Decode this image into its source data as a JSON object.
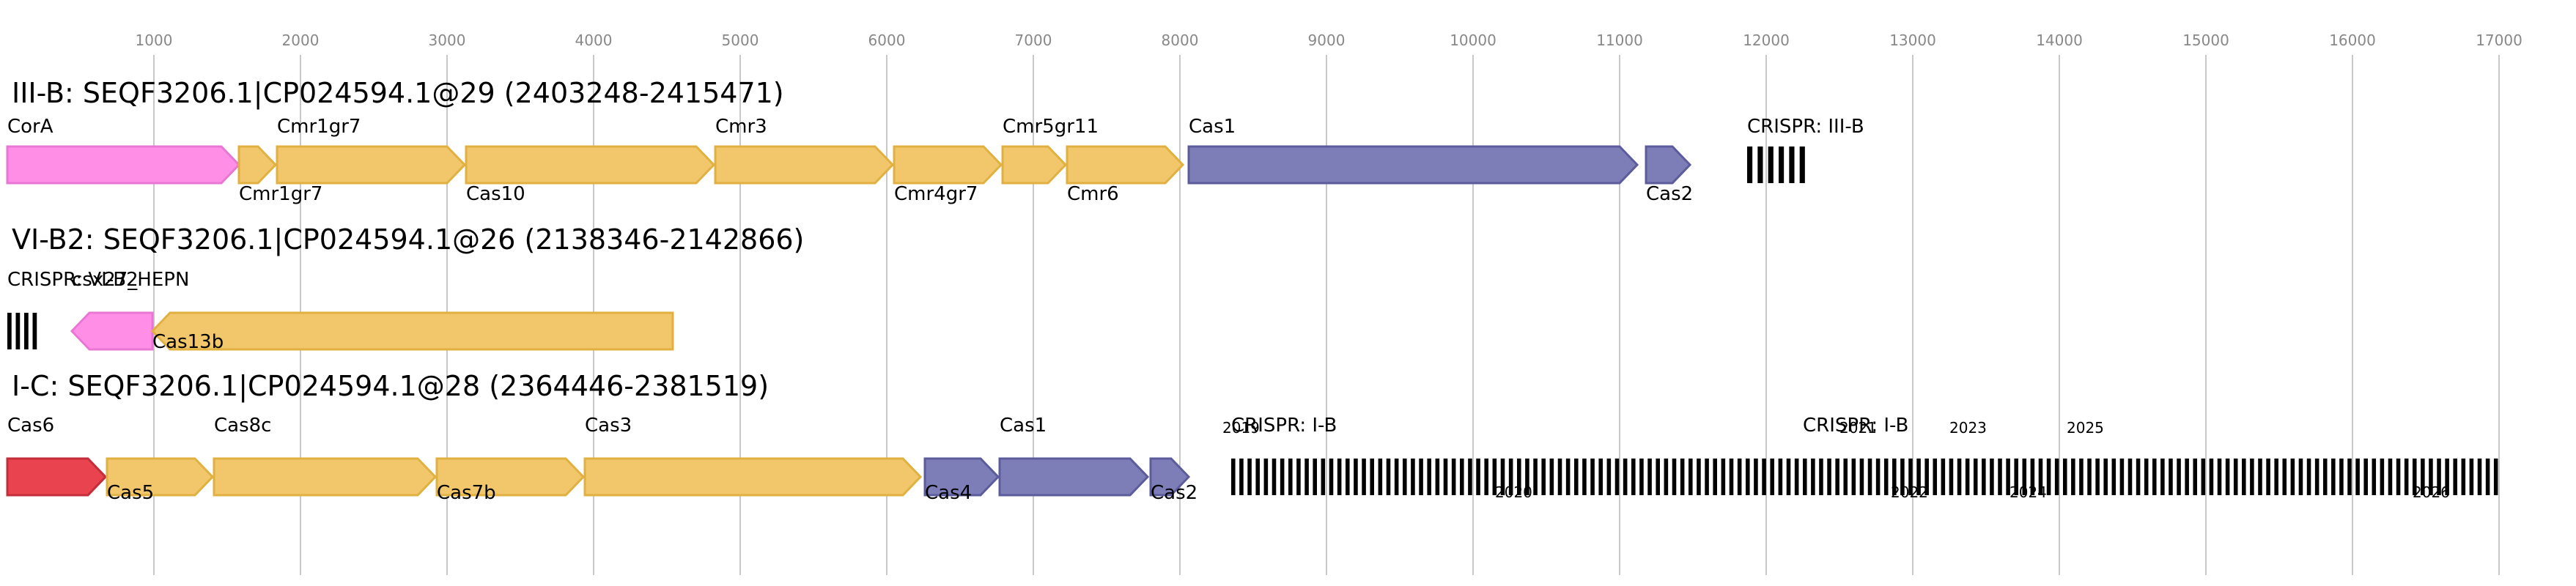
{
  "colors": {
    "gold": "#f2c66b",
    "gold_stroke": "#e0b040",
    "pink": "#ff8fe6",
    "pink_stroke": "#e777d2",
    "purple": "#7d7db8",
    "purple_stroke": "#5c5c9c",
    "red": "#e8434f",
    "red_stroke": "#c42e3a",
    "grid": "#c8c8c8",
    "axis_text": "#888888",
    "text": "#000000"
  },
  "axis": {
    "ticks": [
      1000,
      2000,
      3000,
      4000,
      5000,
      6000,
      7000,
      8000,
      9000,
      10000,
      11000,
      12000,
      13000,
      14000,
      15000,
      16000,
      17000
    ]
  },
  "tracks": [
    {
      "title": "III-B: SEQF3206.1|CP024594.1@29 (2403248-2415471)",
      "genes": [
        {
          "label": "CorA",
          "start": 0,
          "end": 1580,
          "strand": 1,
          "color": "pink",
          "label_pos": "top"
        },
        {
          "label": "Cmr1gr7",
          "start": 1580,
          "end": 1830,
          "strand": 1,
          "color": "gold",
          "label_pos": "bottom"
        },
        {
          "label": "Cmr1gr7",
          "start": 1840,
          "end": 3120,
          "strand": 1,
          "color": "gold",
          "label_pos": "top"
        },
        {
          "label": "Cas10",
          "start": 3130,
          "end": 4820,
          "strand": 1,
          "color": "gold",
          "label_pos": "bottom"
        },
        {
          "label": "Cmr3",
          "start": 4830,
          "end": 6040,
          "strand": 1,
          "color": "gold",
          "label_pos": "top"
        },
        {
          "label": "Cmr4gr7",
          "start": 6050,
          "end": 6780,
          "strand": 1,
          "color": "gold",
          "label_pos": "bottom"
        },
        {
          "label": "Cmr5gr11",
          "start": 6790,
          "end": 7220,
          "strand": 1,
          "color": "gold",
          "label_pos": "top"
        },
        {
          "label": "Cmr6",
          "start": 7230,
          "end": 8020,
          "strand": 1,
          "color": "gold",
          "label_pos": "bottom"
        },
        {
          "label": "Cas1",
          "start": 8060,
          "end": 11120,
          "strand": 1,
          "color": "purple",
          "label_pos": "top"
        },
        {
          "label": "Cas2",
          "start": 11180,
          "end": 11480,
          "strand": 1,
          "color": "purple",
          "label_pos": "bottom"
        }
      ],
      "crisprs": [
        {
          "label": "CRISPR: III-B",
          "start": 11870,
          "end": 12300,
          "repeats": 6
        }
      ],
      "extra_labels": []
    },
    {
      "title": "VI-B2: SEQF3206.1|CP024594.1@26 (2138346-2142866)",
      "genes": [
        {
          "label": "csx27_HEPN",
          "start": 440,
          "end": 990,
          "strand": -1,
          "color": "pink",
          "label_pos": "top"
        },
        {
          "label": "Cas13b",
          "start": 990,
          "end": 4540,
          "strand": -1,
          "color": "gold",
          "label_pos": "bottom"
        }
      ],
      "crisprs": [
        {
          "label": "CRISPR: VI-B2",
          "start": 0,
          "end": 230,
          "repeats": 4
        }
      ],
      "extra_labels": []
    },
    {
      "title": "I-C: SEQF3206.1|CP024594.1@28 (2364446-2381519)",
      "genes": [
        {
          "label": "Cas6",
          "start": 0,
          "end": 670,
          "strand": 1,
          "color": "red",
          "label_pos": "top"
        },
        {
          "label": "Cas5",
          "start": 680,
          "end": 1400,
          "strand": 1,
          "color": "gold",
          "label_pos": "bottom"
        },
        {
          "label": "Cas8c",
          "start": 1410,
          "end": 2920,
          "strand": 1,
          "color": "gold",
          "label_pos": "top"
        },
        {
          "label": "Cas7b",
          "start": 2930,
          "end": 3930,
          "strand": 1,
          "color": "gold",
          "label_pos": "bottom"
        },
        {
          "label": "Cas3",
          "start": 3940,
          "end": 6230,
          "strand": 1,
          "color": "gold",
          "label_pos": "top"
        },
        {
          "label": "Cas4",
          "start": 6260,
          "end": 6760,
          "strand": 1,
          "color": "purple",
          "label_pos": "bottom"
        },
        {
          "label": "Cas1",
          "start": 6770,
          "end": 7780,
          "strand": 1,
          "color": "purple",
          "label_pos": "top"
        },
        {
          "label": "Cas2",
          "start": 7800,
          "end": 8060,
          "strand": 1,
          "color": "purple",
          "label_pos": "bottom"
        }
      ],
      "crisprs": [
        {
          "label": "CRISPR: I-B",
          "start": 8350,
          "end": 12250,
          "repeats": 70
        },
        {
          "label": "CRISPR: I-B",
          "start": 12250,
          "end": 17020,
          "repeats": 86
        }
      ],
      "extra_labels": [
        {
          "text": "2019",
          "pos": 8290,
          "row": "top"
        },
        {
          "text": "2020",
          "pos": 10150,
          "row": "bottom"
        },
        {
          "text": "2021",
          "pos": 12500,
          "row": "top"
        },
        {
          "text": "2022",
          "pos": 12850,
          "row": "bottom"
        },
        {
          "text": "2023",
          "pos": 13250,
          "row": "top"
        },
        {
          "text": "2024",
          "pos": 13660,
          "row": "bottom"
        },
        {
          "text": "2025",
          "pos": 14050,
          "row": "top"
        },
        {
          "text": "2026",
          "pos": 16410,
          "row": "bottom"
        }
      ]
    }
  ]
}
